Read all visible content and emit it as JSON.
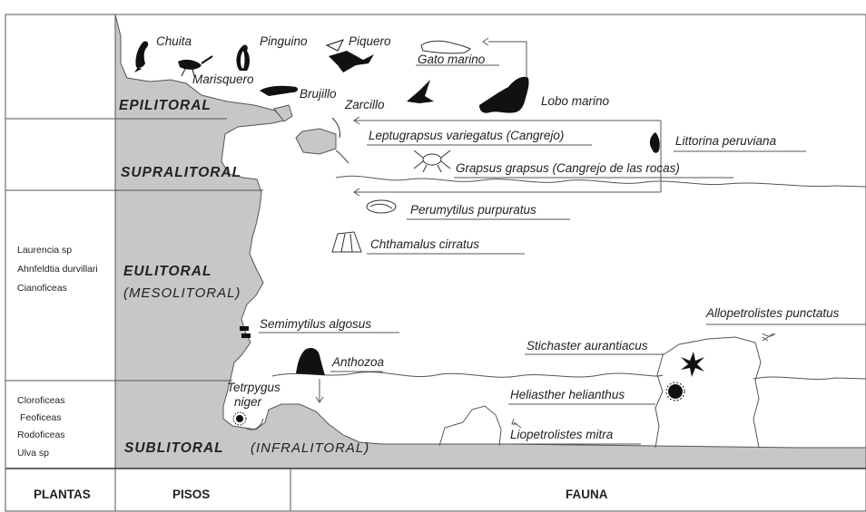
{
  "columns": {
    "plants": "PLANTAS",
    "floors": "PISOS",
    "fauna": "FAUNA"
  },
  "zones": {
    "epilitoral": "EPILITORAL",
    "supralitoral": "SUPRALITORAL",
    "eulitoral": "EULITORAL",
    "mesolitoral": "(MESOLITORAL)",
    "sublitoral": "SUBLITORAL",
    "infralitoral": "(INFRALITORAL)"
  },
  "plants": {
    "eulitoral": [
      "Laurencia sp",
      "Ahnfeldtia durvillari",
      "Cianoficeas"
    ],
    "sublitoral": [
      "Cloroficeas",
      "Feoficeas",
      "Rodoficeas",
      "Ulva sp"
    ]
  },
  "species": {
    "chuita": "Chuita",
    "pinguino": "Pinguino",
    "piquero": "Piquero",
    "gato_marino": "Gato marino",
    "marisquero": "Marisquero",
    "brujillo": "Brujillo",
    "zarcillo": "Zarcillo",
    "lobo_marino": "Lobo marino",
    "leptugrapsus": "Leptugrapsus variegatus (Cangrejo)",
    "littorina": "Littorina peruviana",
    "grapsus": "Grapsus grapsus (Cangrejo de las rocas)",
    "perumytilus": "Perumytilus purpuratus",
    "chthamalus": "Chthamalus cirratus",
    "semimytilus": "Semimytilus algosus",
    "allopetrolistes": "Allopetrolistes punctatus",
    "stichaster": "Stichaster aurantiacus",
    "anthozoa": "Anthozoa",
    "tetrpygus_1": "Tetrpygus",
    "tetrpygus_2": "niger",
    "heliasther": "Heliasther helianthus",
    "liopetrolistes": "Liopetrolistes mitra"
  },
  "colors": {
    "rock": "#c7c7c7",
    "line": "#333333",
    "silhouette": "#111111"
  }
}
